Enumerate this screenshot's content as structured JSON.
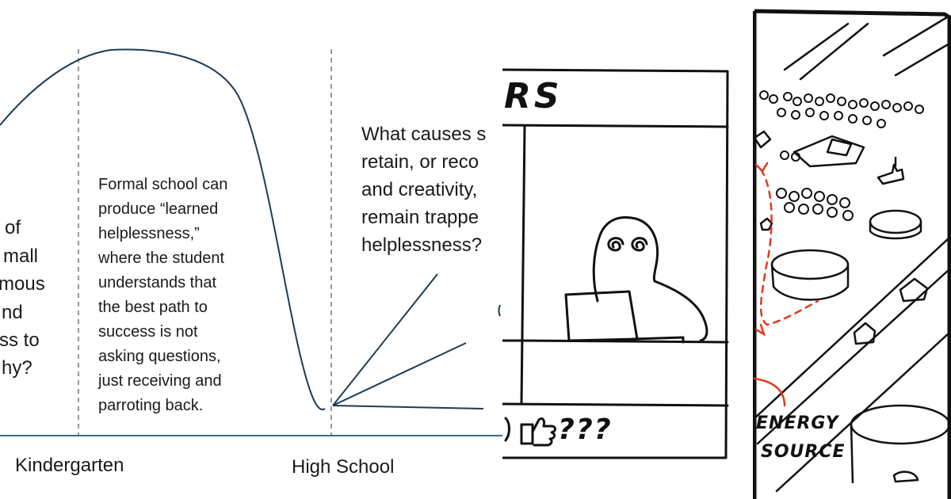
{
  "left_panel": {
    "partial_question_lines": [
      "of",
      "mall",
      "mous",
      "nd",
      "ss to",
      "hy?"
    ],
    "formal_school_text": "Formal school can\nproduce “learned\nhelplessness,”\nwhere the student\nunderstands that\nthe best path to\nsuccess is not\nasking questions,\njust receiving and\nparroting back.",
    "causes_text": "What causes s\nretain, or reco\nand creativity,\nremain trappe\nhelplessness?",
    "axis_labels": {
      "kindergarten": "Kindergarten",
      "high_school": "High School"
    },
    "colors": {
      "curve": "#1f3b55",
      "baseline": "#3d6b80",
      "divider": "#777777"
    }
  },
  "middle_panel": {
    "header_text": "RS",
    "footer_text": "???"
  },
  "right_panel": {
    "label_energy": "ENERGY",
    "label_source": "SOURCE",
    "colors": {
      "accent": "#e03a1e"
    }
  }
}
